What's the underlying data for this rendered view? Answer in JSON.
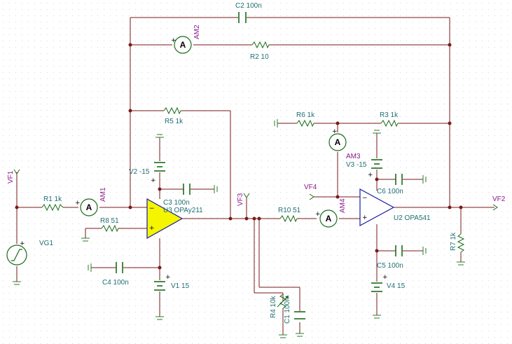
{
  "components": {
    "c2": "C2 100n",
    "r2": "R2 10",
    "am2": "AM2",
    "r5": "R5 1k",
    "r6": "R6 1k",
    "r3": "R3 1k",
    "am3": "AM3",
    "v3": "V3 -15",
    "c6": "C6 100n",
    "vf1": "VF1",
    "r1": "R1 1k",
    "am1": "AM1",
    "v2": "V2 -15",
    "c3": "C3 100n",
    "u3": "U3 OPAy211",
    "r8": "R8 51",
    "vf3": "VF3",
    "vf4": "VF4",
    "r10": "R10 51",
    "am4": "AM4",
    "u2": "U2 OPA541",
    "vf2": "VF2",
    "vg1": "VG1",
    "r7": "R7 1k",
    "c4": "C4 100n",
    "v1": "V1 15",
    "c5": "C5 100n",
    "v4": "V4 15",
    "r4": "R4 10k",
    "c1": "C1 100n"
  },
  "ammeter_symbol": "A",
  "opamp_minus": "−",
  "opamp_plus": "+",
  "colors": {
    "wire": "#7a1a1a",
    "component": "#1a6b1a",
    "label": "#1f6f73",
    "probe_label": "#8a1a8a",
    "opamp_u3_fill": "#f5f500",
    "opamp_u2_fill": "#ffffff",
    "opamp_outline": "#1a1aa0"
  }
}
